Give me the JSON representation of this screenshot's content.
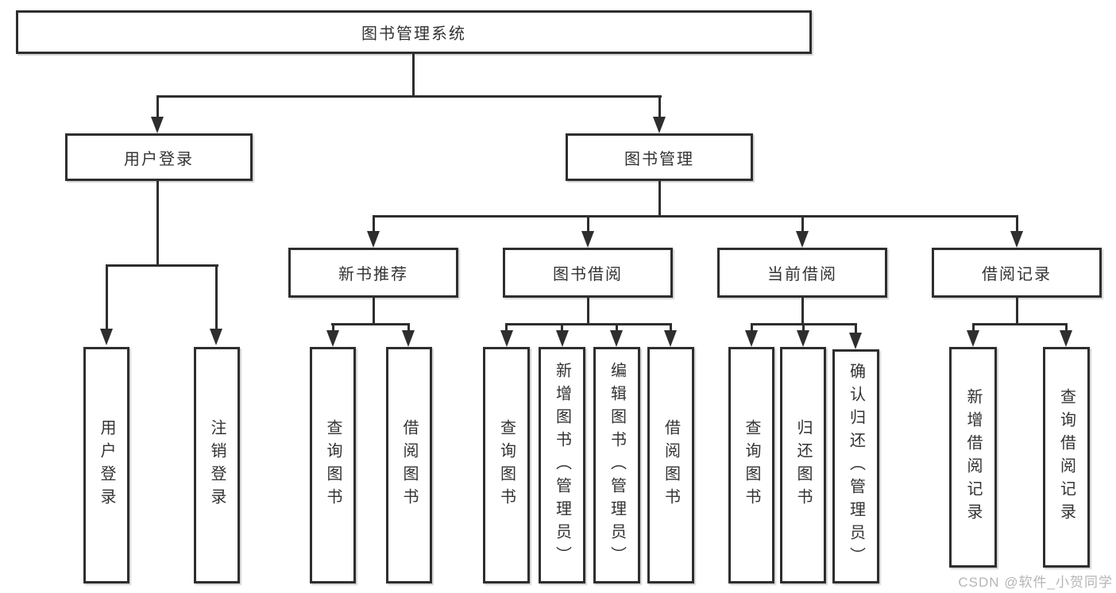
{
  "colors": {
    "line": "#2e2e2e",
    "text": "#333333",
    "box_background": "#ffffff",
    "page_background": "#ffffff",
    "watermark": "#b5b5b5"
  },
  "root": {
    "label": "图书管理系统"
  },
  "level2": {
    "user_login": {
      "label": "用户登录"
    },
    "book_management": {
      "label": "图书管理"
    }
  },
  "level3": {
    "new_book_recommend": {
      "label": "新书推荐"
    },
    "book_borrow": {
      "label": "图书借阅"
    },
    "current_borrow": {
      "label": "当前借阅"
    },
    "borrow_records": {
      "label": "借阅记录"
    }
  },
  "leaves": {
    "user_login_group": [
      "用户登录",
      "注销登录"
    ],
    "new_book_recommend_group": [
      "查询图书",
      "借阅图书"
    ],
    "book_borrow_group": [
      "查询图书",
      "新增图书（管理员）",
      "编辑图书（管理员）",
      "借阅图书"
    ],
    "current_borrow_group": [
      "查询图书",
      "归还图书",
      "确认归还（管理员）"
    ],
    "borrow_records_group": [
      "新增借阅记录",
      "查询借阅记录"
    ]
  },
  "watermark": {
    "text": "CSDN @软件_小贺同学"
  }
}
